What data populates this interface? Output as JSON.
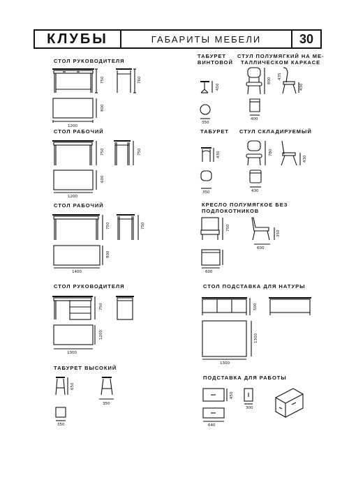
{
  "header": {
    "section": "КЛУБЫ",
    "subtitle": "ГАБАРИТЫ МЕБЕЛИ",
    "page_number": "30"
  },
  "items": {
    "desk_head_1": {
      "label": "СТОЛ РУКОВОДИТЕЛЯ",
      "dims": [
        "750",
        "760",
        "800",
        "1200"
      ]
    },
    "stool_screw": {
      "label_1": "ТАБУРЕТ",
      "label_2": "ВИНТОВОЙ",
      "dims": [
        "450",
        "350"
      ]
    },
    "chair_metal": {
      "label_1": "СТУЛ ПОЛУМЯГКИЙ НА МЕ-",
      "label_2": "ТАЛЛИЧЕСКОМ КАРКАСЕ",
      "dims": [
        "800",
        "435",
        "430",
        "400"
      ]
    },
    "desk_work_1": {
      "label": "СТОЛ РАБОЧИЙ",
      "dims": [
        "750",
        "750",
        "600",
        "1200"
      ]
    },
    "stool": {
      "label": "ТАБУРЕТ",
      "dims": [
        "430",
        "350"
      ]
    },
    "chair_folding": {
      "label": "СТУЛ СКЛАДИРУЕМЫЙ",
      "dims": [
        "780",
        "430",
        "430"
      ]
    },
    "desk_work_2": {
      "label": "СТОЛ РАБОЧИЙ",
      "dims": [
        "750",
        "750",
        "800",
        "1400"
      ]
    },
    "armchair": {
      "label_1": "КРЕСЛО ПОЛУМЯГКОЕ БЕЗ",
      "label_2": "ПОДЛОКОТНИКОВ",
      "dims": [
        "750",
        "350",
        "600",
        "600"
      ]
    },
    "desk_head_2": {
      "label": "СТОЛ РУКОВОДИТЕЛЯ",
      "dims": [
        "750",
        "1200",
        "1300"
      ]
    },
    "model_stand": {
      "label": "СТОЛ ПОДСТАВКА ДЛЯ НАТУРЫ",
      "dims": [
        "500",
        "1300",
        "1300"
      ]
    },
    "stool_high": {
      "label": "ТАБУРЕТ ВЫСОКИЙ",
      "dims": [
        "650",
        "350",
        "350"
      ]
    },
    "work_stand": {
      "label": "ПОДСТАВКА ДЛЯ РАБОТЫ",
      "dims": [
        "450",
        "300",
        "640"
      ]
    }
  }
}
